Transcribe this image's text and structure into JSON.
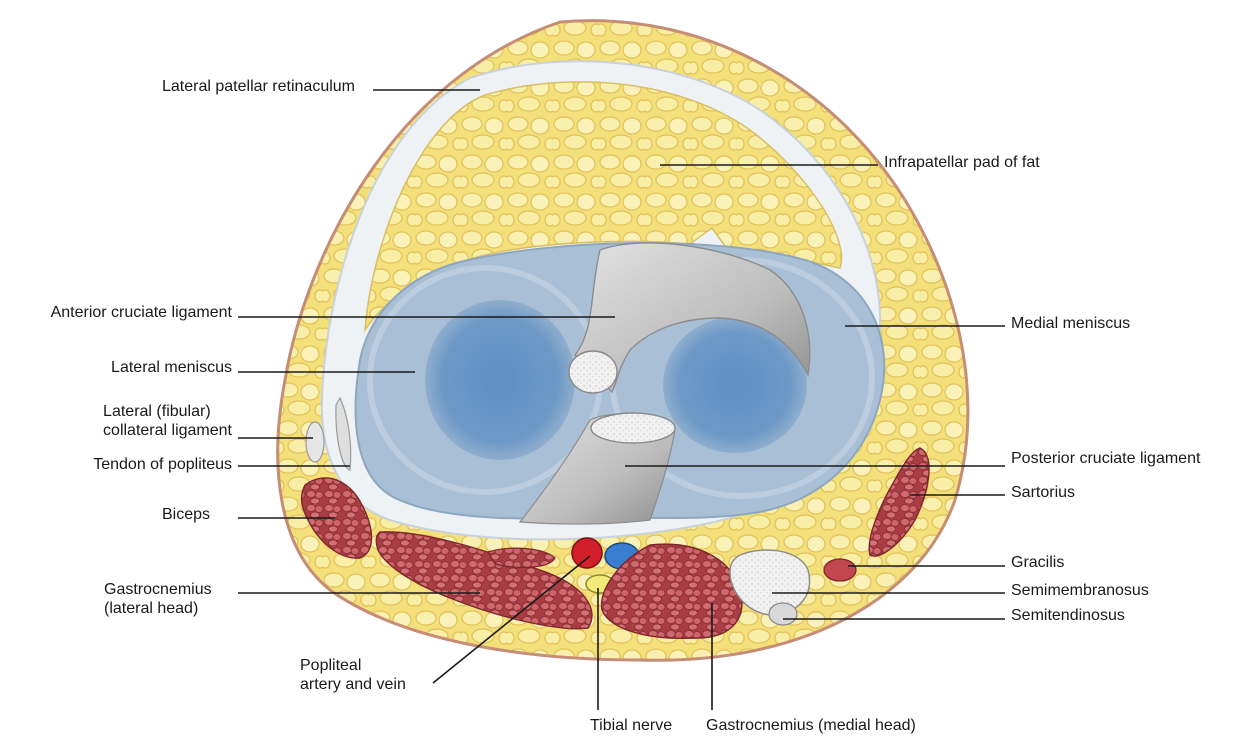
{
  "labels": {
    "lateral_patellar_retinaculum": "Lateral patellar retinaculum",
    "infrapatellar_pad_of_fat": "Infrapatellar pad of fat",
    "anterior_cruciate_ligament": "Anterior cruciate ligament",
    "medial_meniscus": "Medial meniscus",
    "lateral_meniscus": "Lateral meniscus",
    "lateral_collateral_ligament_line1": "Lateral (fibular)",
    "lateral_collateral_ligament_line2": "collateral ligament",
    "tendon_of_popliteus": "Tendon of popliteus",
    "posterior_cruciate_ligament": "Posterior cruciate ligament",
    "sartorius": "Sartorius",
    "biceps": "Biceps",
    "gracilis": "Gracilis",
    "gastrocnemius_lateral_line1": "Gastrocnemius",
    "gastrocnemius_lateral_line2": "(lateral head)",
    "semimembranosus": "Semimembranosus",
    "semitendinosus": "Semitendinosus",
    "popliteal_line1": "Popliteal",
    "popliteal_line2": "artery and vein",
    "tibial_nerve": "Tibial nerve",
    "gastrocnemius_medial": "Gastrocnemius (medial head)"
  },
  "colors": {
    "fat": "#f3e27a",
    "fat_lobule": "#f8efa8",
    "fat_border": "#d9b84a",
    "skin": "#d9a08a",
    "capsule": "#eef1f4",
    "meniscus": "#a9c0d6",
    "tibia_facet": "#5f8fbf",
    "ligament": "#c9c9c9",
    "muscle": "#c0555a",
    "muscle_dark": "#8f3035",
    "artery": "#d0202a",
    "vein": "#3a7fcf",
    "nerve": "#e8e070",
    "tendon": "#e3e3e3"
  }
}
